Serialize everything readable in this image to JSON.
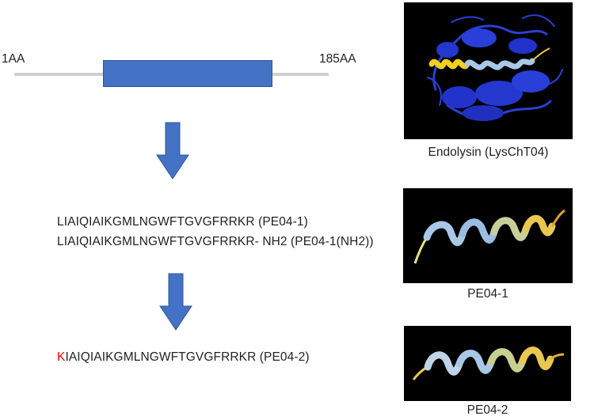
{
  "protein_bar": {
    "start_label": "1AA",
    "end_label": "185AA"
  },
  "sequences": {
    "pe04_1": "LIAIQIAIKGMLNGWFTGVGFRRKR (PE04-1)",
    "pe04_1_nh2": "LIAIQIAIKGMLNGWFTGVGFRRKR- NH2 (PE04-1(NH2))",
    "pe04_2_first": "K",
    "pe04_2_rest": "IAIQIAIKGMLNGWFTGVGFRRKR (PE04-2)"
  },
  "structures": {
    "endolysin_caption": "Endolysin (LysChT04)",
    "pe04_1_caption": "PE04-1",
    "pe04_2_caption": "PE04-2"
  },
  "colors": {
    "domain": "#4472c4",
    "arrow": "#4472c4",
    "substitution": "#ff0000",
    "helix_light": "#a9c8e8",
    "helix_yellow": "#e8c850",
    "protein_blue": "#2a3fd8"
  },
  "icons": {
    "arrow": "down-arrow-icon"
  }
}
